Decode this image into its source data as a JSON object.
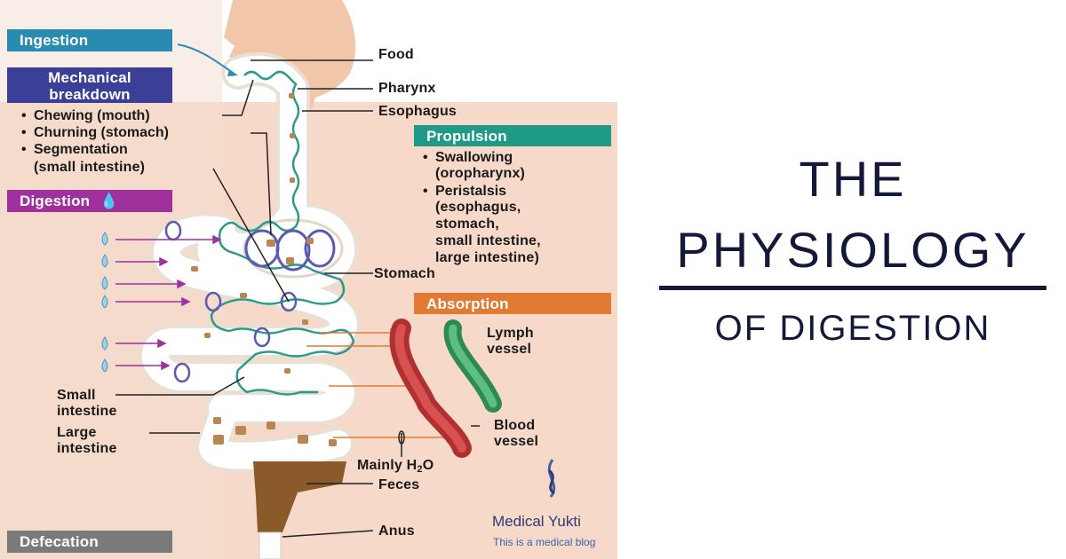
{
  "title": {
    "line1": "THE",
    "line2": "PHYSIOLOGY",
    "line3": "OF DIGESTION"
  },
  "stages": {
    "ingestion": "Ingestion",
    "mechanical_line1": "Mechanical",
    "mechanical_line2": "breakdown",
    "digestion": "Digestion",
    "propulsion": "Propulsion",
    "absorption": "Absorption",
    "defecation": "Defecation"
  },
  "mechanical_items": [
    "Chewing (mouth)",
    "Churning (stomach)",
    "Segmentation",
    "(small intestine)"
  ],
  "propulsion_items": [
    "Swallowing",
    "(oropharynx)",
    "Peristalsis",
    "(esophagus,",
    "stomach,",
    "small intestine,",
    "large intestine)"
  ],
  "labels": {
    "food": "Food",
    "pharynx": "Pharynx",
    "esophagus": "Esophagus",
    "stomach": "Stomach",
    "lymph_vessel_1": "Lymph",
    "lymph_vessel_2": "vessel",
    "blood_vessel_1": "Blood",
    "blood_vessel_2": "vessel",
    "small_intestine_1": "Small",
    "small_intestine_2": "intestine",
    "large_intestine_1": "Large",
    "large_intestine_2": "intestine",
    "mainly_h2o_prefix": "Mainly H",
    "mainly_h2o_sub": "2",
    "mainly_h2o_suffix": "O",
    "feces": "Feces",
    "anus": "Anus"
  },
  "branding": {
    "name": "Medical Yukti",
    "tagline": "This is a medical blog"
  },
  "colors": {
    "ingestion": "#2a8bb0",
    "mechanical": "#3b3f98",
    "digestion": "#a0309b",
    "propulsion": "#1e9a86",
    "absorption": "#e07a35",
    "defecation": "#7a7a7a",
    "background_peach": "#f6d9c8",
    "title": "#14193a"
  }
}
